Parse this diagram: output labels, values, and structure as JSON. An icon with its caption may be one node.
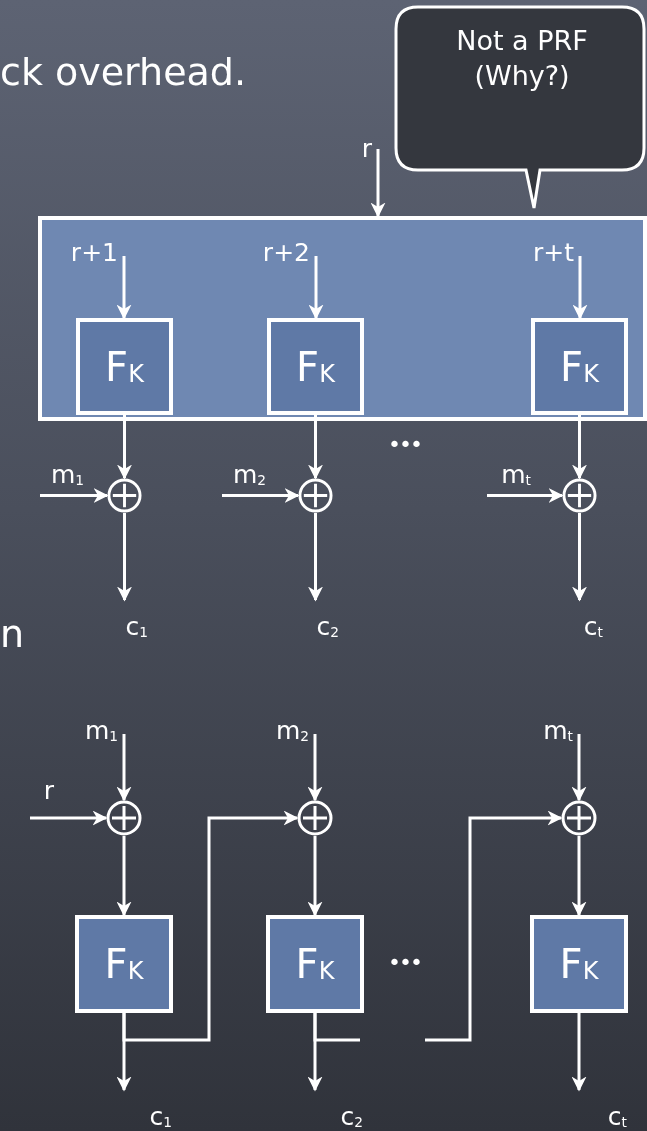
{
  "diagram": {
    "nodes": [
      {
        "text": [
          "Not a PRF (Why?)"
        ]
      },
      {
        "text": [
          "r"
        ]
      },
      {
        "text": [],
        "shape": "box"
      },
      {
        "text": [
          "r+1"
        ],
        "in": 2
      },
      {
        "text": [
          "r+2"
        ],
        "in": 2
      },
      {
        "text": [
          "r+t"
        ],
        "in": 2
      },
      {
        "text": [
          "F$_{K}$"
        ],
        "in": 2
      },
      {
        "text": [
          "F$_{K}$"
        ],
        "in": 2
      },
      {
        "text": [
          "F$_{K}$"
        ],
        "in": 2
      },
      {
        "text": [
          "m$_{1}$"
        ]
      },
      {
        "text": [
          "m$_{2}$"
        ]
      },
      {
        "text": [
          "m$_{t}$"
        ]
      },
      {
        "text": [],
        "shape": "circle"
      },
      {
        "text": [],
        "shape": "circle"
      },
      {
        "text": [],
        "shape": "circle"
      },
      {
        "text": [
          "c$_{1}$"
        ]
      },
      {
        "text": [
          "c$_{2}$"
        ]
      },
      {
        "text": [
          "c$_{t}$"
        ]
      },
      {
        "text": [
          "m$_{1}$"
        ]
      },
      {
        "text": [
          "m$_{2}$"
        ]
      },
      {
        "text": [
          "m$_{t}$"
        ]
      },
      {
        "text": [
          "r"
        ]
      },
      {
        "text": [],
        "shape": "circle"
      },
      {
        "text": [],
        "shape": "circle"
      },
      {
        "text": [],
        "shape": "circle"
      },
      {
        "text": [
          "F$_{K}$"
        ]
      },
      {
        "text": [
          "F$_{K}$"
        ]
      },
      {
        "text": [
          "F$_{K}$"
        ]
      },
      {
        "text": [
          "c$_{1}$"
        ]
      },
      {
        "text": [
          "c$_{2}$"
        ]
      },
      {
        "text": [
          "c$_{t}$"
        ]
      }
    ],
    "edges": [
      {
        "from": 1,
        "to": 2,
        "arrow": "to"
      },
      {
        "from": 3,
        "to": 6,
        "arrow": "to"
      },
      {
        "from": 4,
        "to": 7,
        "arrow": "to"
      },
      {
        "from": 5,
        "to": 8,
        "arrow": "to"
      },
      {
        "from": 6,
        "to": 12,
        "arrow": "to"
      },
      {
        "from": 7,
        "to": 13,
        "arrow": "to"
      },
      {
        "from": 8,
        "to": 14,
        "arrow": "to"
      },
      {
        "from": 9,
        "to": 12,
        "arrow": "to"
      },
      {
        "from": 10,
        "to": 13,
        "arrow": "to"
      },
      {
        "from": 11,
        "to": 14,
        "arrow": "to"
      },
      {
        "from": 12,
        "to": 15,
        "arrow": "to"
      },
      {
        "from": 13,
        "to": 16,
        "arrow": "to"
      },
      {
        "from": 14,
        "to": 17,
        "arrow": "to"
      },
      {
        "from": 18,
        "to": 22,
        "arrow": "to"
      },
      {
        "from": 19,
        "to": 23,
        "arrow": "to"
      },
      {
        "from": 20,
        "to": 24,
        "arrow": "to"
      },
      {
        "from": 21,
        "to": 22,
        "arrow": "to"
      },
      {
        "from": 22,
        "to": 25,
        "arrow": "to"
      },
      {
        "from": 23,
        "to": 26,
        "arrow": "to"
      },
      {
        "from": 24,
        "to": 27,
        "arrow": "to"
      },
      {
        "from": 25,
        "to": 28,
        "arrow": "to"
      },
      {
        "from": 26,
        "to": 29,
        "arrow": "to"
      },
      {
        "from": 27,
        "to": 30,
        "arrow": "to"
      },
      {
        "from": 25,
        "to": 23,
        "arrow": "to"
      },
      {
        "from": 26,
        "to": null,
        "arrow": "none"
      },
      {
        "from": null,
        "to": 24,
        "arrow": "to"
      }
    ],
    "labels": [
      "ck overhead.",
      "n",
      "•••",
      "•••"
    ]
  }
}
